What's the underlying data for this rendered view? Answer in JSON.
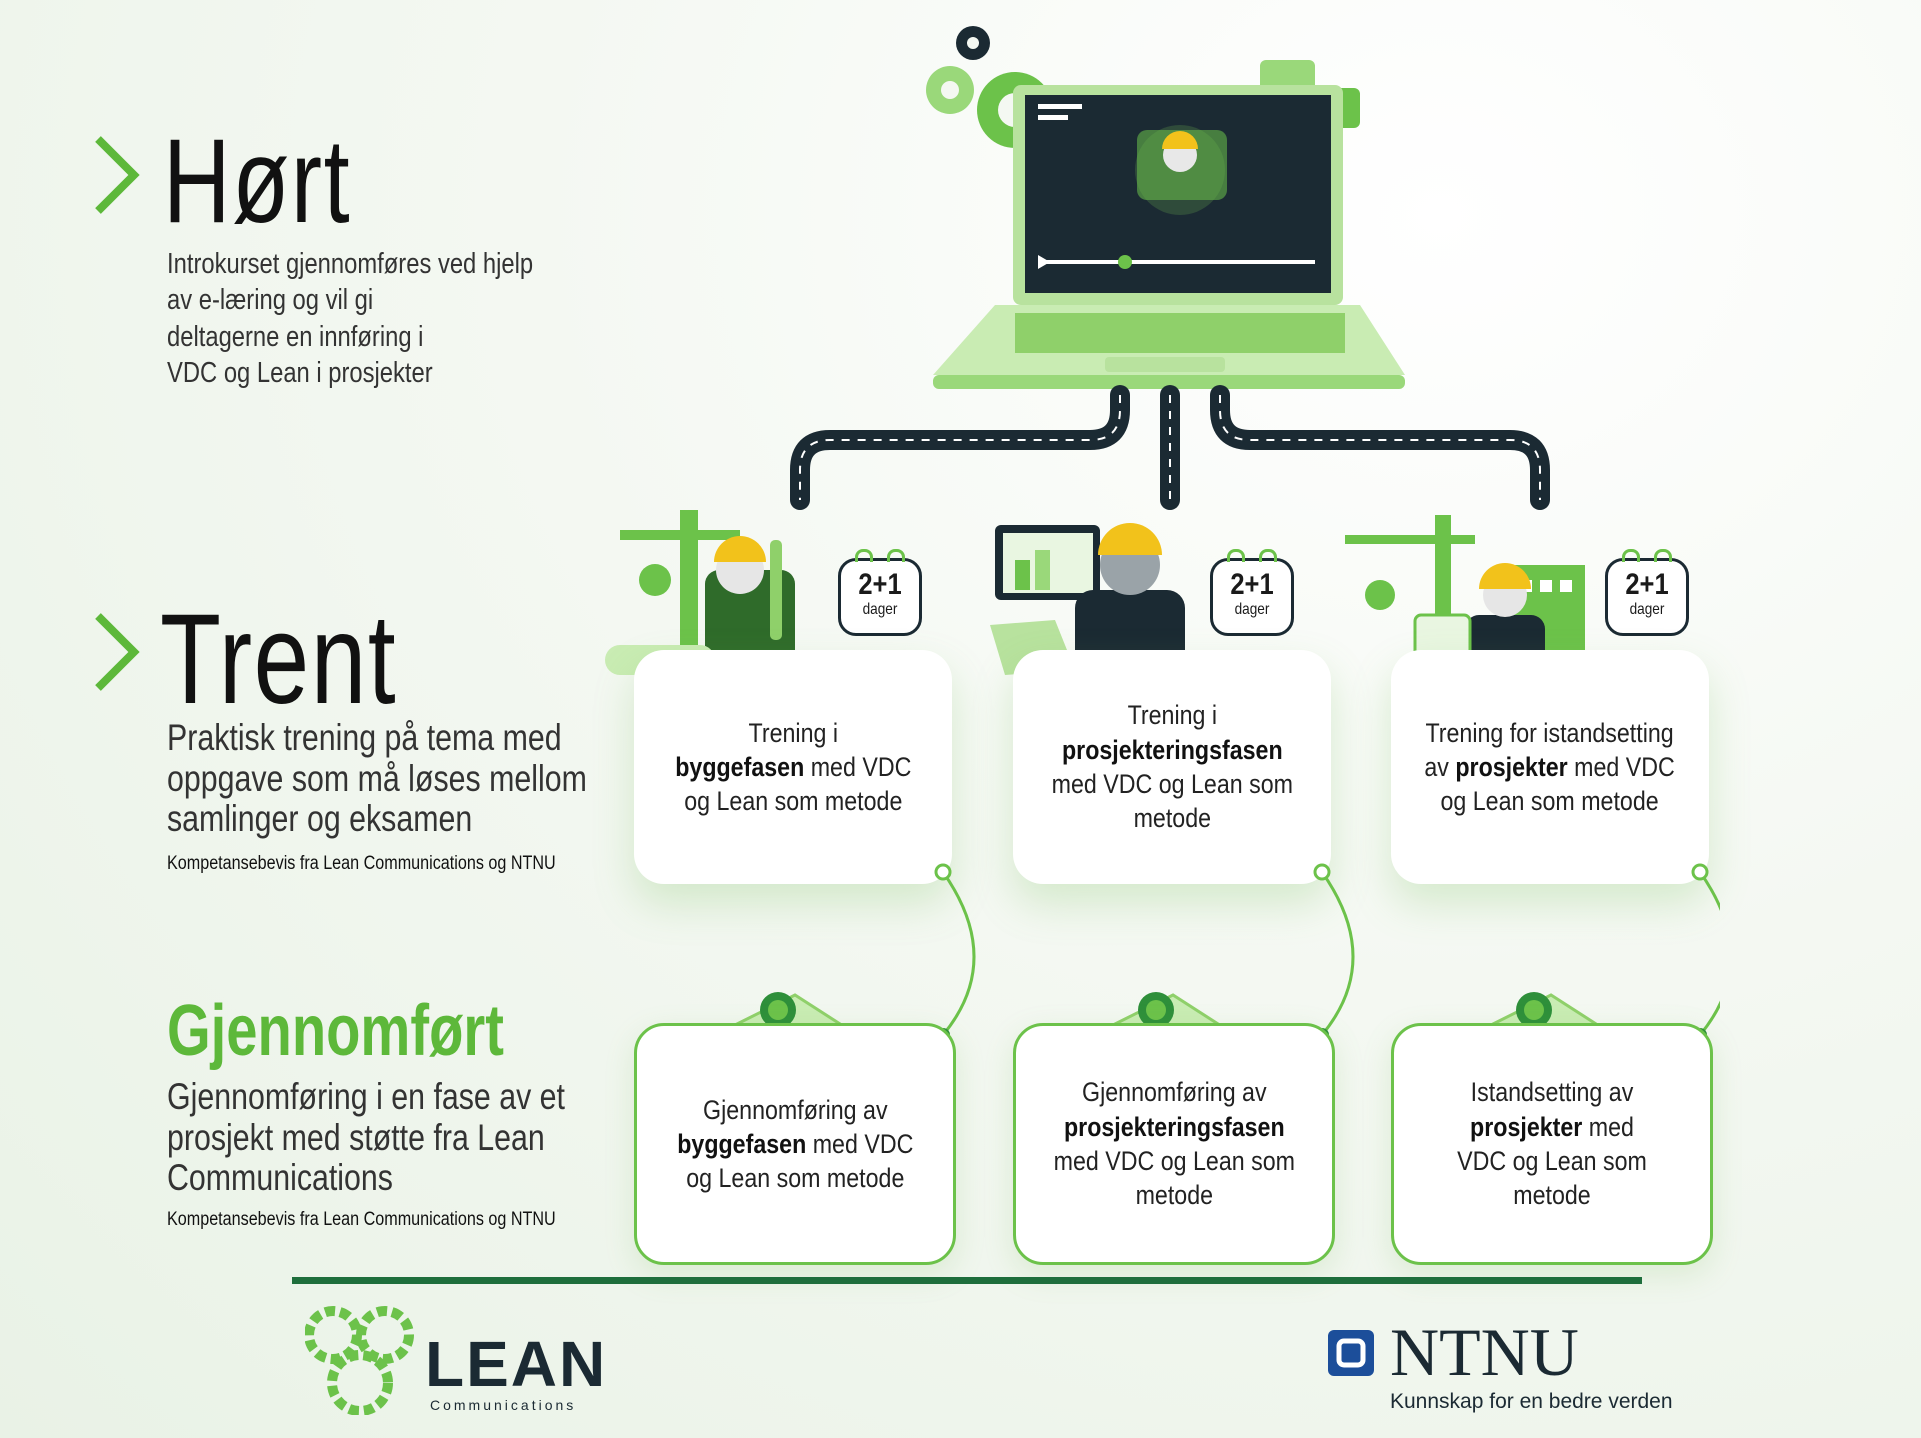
{
  "colors": {
    "accent_green": "#6cc24a",
    "heading_green": "#5db83a",
    "dark_navy": "#1b2a33",
    "footer_line": "#1e6e3c",
    "ntnu_blue": "#1c4e9a"
  },
  "sections": {
    "hort": {
      "title": "Hørt",
      "description_lines": [
        "Introkurset gjennomføres ved hjelp",
        "av e-læring og vil gi",
        "deltagerne en innføring i",
        "VDC og Lean i prosjekter"
      ]
    },
    "trent": {
      "title": "Trent",
      "description_lines": [
        "Praktisk trening på tema med",
        "oppgave som må løses mellom",
        "samlinger og eksamen"
      ],
      "note": "Kompetansebevis fra Lean Communications og NTNU"
    },
    "gjennomfort": {
      "title": "Gjennomført",
      "description_lines": [
        "Gjennomføring i en fase av et",
        "prosjekt med støtte fra Lean",
        "Communications"
      ],
      "note": "Kompetansebevis fra Lean Communications og NTNU"
    }
  },
  "badges": [
    {
      "num": "2+1",
      "unit": "dager"
    },
    {
      "num": "2+1",
      "unit": "dager"
    },
    {
      "num": "2+1",
      "unit": "dager"
    }
  ],
  "training_cards": [
    {
      "line1": "Trening i",
      "bold": "byggefasen",
      "after_bold": " med VDC",
      "line3": "og Lean som metode",
      "line4": ""
    },
    {
      "line1": "Trening i",
      "bold": "prosjekteringsfasen",
      "after_bold": "",
      "line3": "med VDC og Lean som",
      "line4": "metode"
    },
    {
      "line1": "Trening for istandsetting",
      "pre_bold": "av ",
      "bold": "prosjekter",
      "after_bold": " med VDC",
      "line3": "og Lean som metode",
      "line4": ""
    }
  ],
  "completion_cards": [
    {
      "line1": "Gjennomføring av",
      "bold": "byggefasen",
      "after_bold": " med VDC",
      "line3": "og Lean som metode",
      "line4": ""
    },
    {
      "line1": "Gjennomføring av",
      "bold": "prosjekteringsfasen",
      "after_bold": "",
      "line3": "med VDC og Lean som",
      "line4": "metode"
    },
    {
      "line1": "Istandsetting av",
      "bold": "prosjekter",
      "after_bold": " med",
      "line3": "VDC og Lean som metode",
      "line4": ""
    }
  ],
  "footer": {
    "lean_logo_text": "LEAN",
    "lean_logo_sub": "Communications",
    "ntnu_logo_text": "NTNU",
    "ntnu_tagline": "Kunnskap for en bedre verden"
  }
}
